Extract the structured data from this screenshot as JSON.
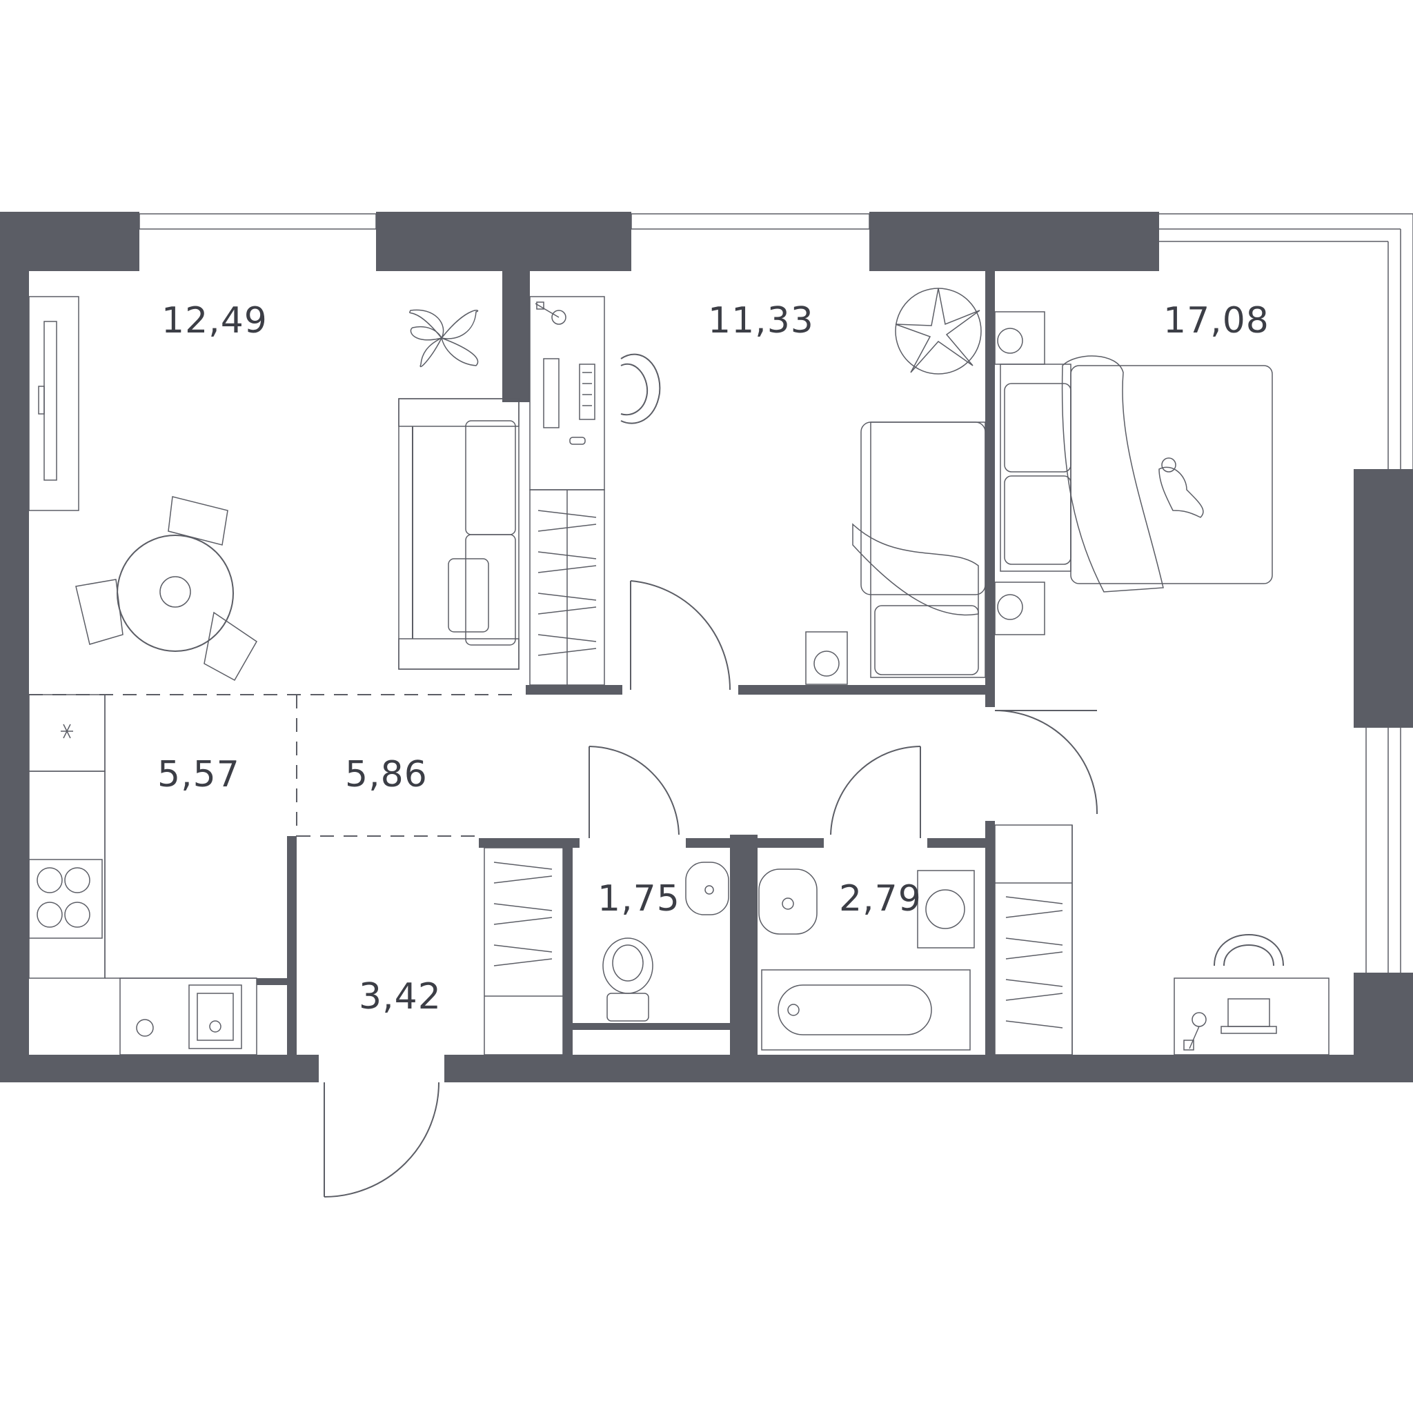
{
  "rooms": [
    {
      "id": "living-kitchen",
      "area": "12,49"
    },
    {
      "id": "bedroom-1",
      "area": "11,33"
    },
    {
      "id": "bedroom-2",
      "area": "17,08"
    },
    {
      "id": "kitchen",
      "area": "5,57"
    },
    {
      "id": "hall",
      "area": "5,86"
    },
    {
      "id": "entrance",
      "area": "3,42"
    },
    {
      "id": "wc",
      "area": "1,75"
    },
    {
      "id": "bathroom",
      "area": "2,79"
    }
  ],
  "colors": {
    "wall": "#5b5d65",
    "text": "#3c3e46",
    "background": "#ffffff"
  },
  "icons": [
    "plant-icon",
    "sofa-icon",
    "dining-table-icon",
    "desk-icon",
    "chair-icon",
    "bed-icon",
    "wardrobe-icon",
    "toilet-icon",
    "sink-icon",
    "bathtub-icon",
    "washing-machine-icon",
    "stove-icon",
    "laptop-icon",
    "lamp-icon",
    "cat-icon",
    "tv-icon"
  ]
}
